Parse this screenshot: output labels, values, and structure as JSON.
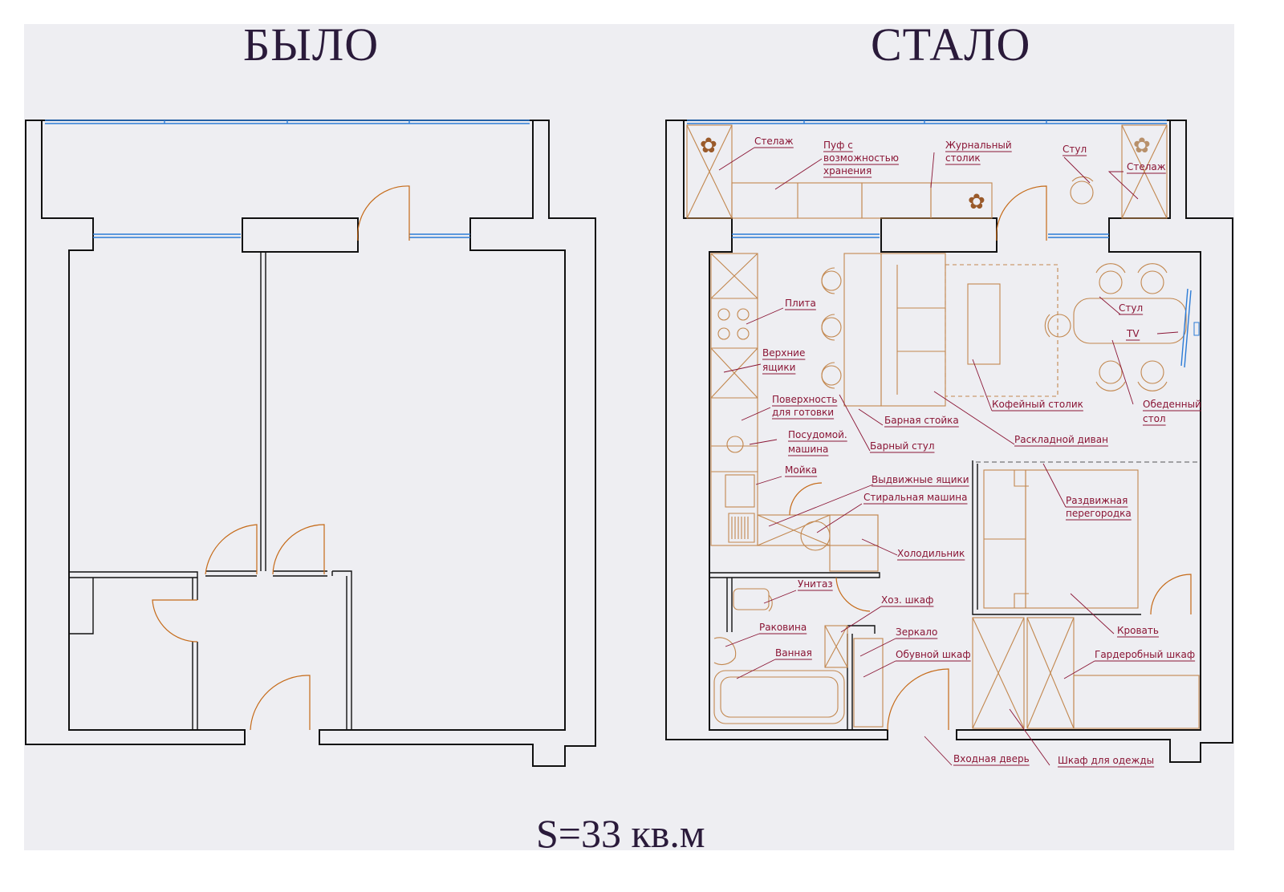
{
  "titles": {
    "before": "БЫЛО",
    "after": "СТАЛО"
  },
  "area": "S=33 кв.м",
  "labels": {
    "stellazh1": "Стелаж",
    "puf_line1": "Пуф с",
    "puf_line2": "возможностью",
    "puf_line3": "хранения",
    "zhurnal_line1": "Журнальный",
    "zhurnal_line2": "столик",
    "stul_balcony": "Стул",
    "stellazh2": "Стелаж",
    "plita": "Плита",
    "verhnie_line1": "Верхние",
    "verhnie_line2": "ящики",
    "poverh_line1": "Поверхность",
    "poverh_line2": "для готовки",
    "posud_line1": "Посудомой.",
    "posud_line2": "машина",
    "moyka": "Мойка",
    "vydvizhnye": "Выдвижные ящики",
    "stiralnaya": "Стиральная машина",
    "holodilnik": "Холодильник",
    "unitaz": "Унитаз",
    "rakovina": "Раковина",
    "vannaya": "Ванная",
    "hoz_shkaf": "Хоз. шкаф",
    "zerkalo": "Зеркало",
    "obuvnoy": "Обувной шкаф",
    "barnaya_stoyka": "Барная стойка",
    "barny_stul": "Барный стул",
    "raskladnoy": "Раскладной диван",
    "kofeyny": "Кофейный столик",
    "stul_dining": "Стул",
    "tv": "TV",
    "obedenny_line1": "Обеденный",
    "obedenny_line2": "стол",
    "razdvizh_line1": "Раздвижная",
    "razdvizh_line2": "перегородка",
    "krovat": "Кровать",
    "garderob": "Гардеробный шкаф",
    "vhodnaya": "Входная дверь",
    "shkaf_odezhdy": "Шкаф для одежды"
  },
  "colors": {
    "wall": "#111111",
    "window": "#2b7bd6",
    "furniture": "#c2874e",
    "door": "#c56a18",
    "label": "#8a1535",
    "background": "#eeeef2"
  }
}
